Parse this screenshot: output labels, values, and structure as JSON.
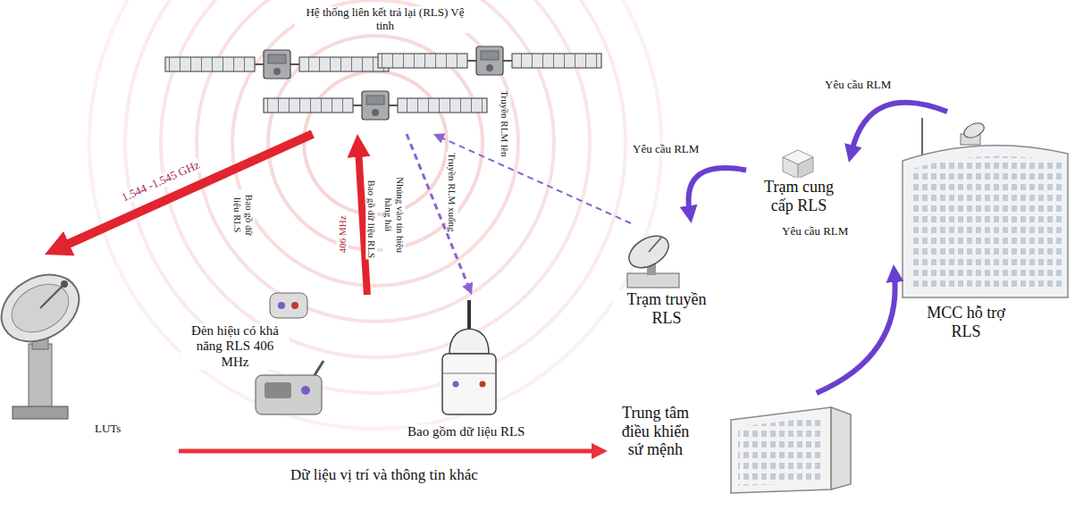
{
  "diagram": {
    "nodes": [
      {
        "text": [
          "Hệ thống liên kết trả lại (RLS) Vệ tinh"
        ]
      },
      {
        "text": [
          "LUTs"
        ]
      },
      {
        "text": [
          "Đèn hiệu có khả năng RLS 406 MHz",
          "Bao gồm dữ liệu RLS"
        ]
      },
      {
        "text": [
          "Trạm truyền RLS"
        ]
      },
      {
        "text": [
          "Trạm cung cấp RLS"
        ]
      },
      {
        "text": [
          "MCC hỗ trợ RLS"
        ]
      },
      {
        "text": [
          "Trung tâm điều khiển sứ mệnh"
        ]
      }
    ],
    "edges": [
      {
        "from": 0,
        "to": 1,
        "arrow": "to",
        "label": "1.544 -1.545 GHz"
      },
      {
        "from": 2,
        "to": 0,
        "arrow": "to",
        "label": "406 MHz"
      },
      {
        "from": 0,
        "to": 2,
        "arrow": "to",
        "label": "Truyền RLM xuống"
      },
      {
        "from": 3,
        "to": 0,
        "arrow": "to",
        "label": "Truyền RLM lên"
      },
      {
        "from": 1,
        "to": 6,
        "arrow": "to",
        "label": "Dữ liệu vị trí và thông tin khác"
      },
      {
        "from": 6,
        "to": 5,
        "arrow": "to",
        "label": "Yêu cầu RLM"
      },
      {
        "from": 5,
        "to": 4,
        "arrow": "to",
        "label": "Yêu cầu RLM"
      },
      {
        "from": 4,
        "to": 3,
        "arrow": "to",
        "label": "Yêu cầu RLM"
      }
    ],
    "labels": [
      "Bao gồ dữ liệu RLS",
      "Bao gồ dữ liệu RLS",
      "Nhúng vào tín hiệu hàng hải"
    ]
  }
}
